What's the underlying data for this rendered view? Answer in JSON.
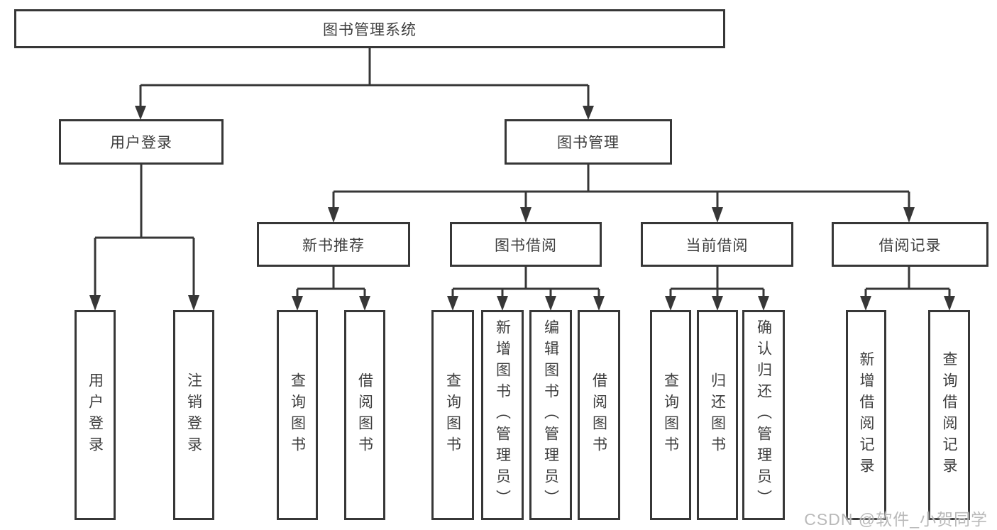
{
  "tree": {
    "label": "图书管理系统",
    "children": [
      {
        "label": "用户登录",
        "children": [
          {
            "label": "用户登录"
          },
          {
            "label": "注销登录"
          }
        ]
      },
      {
        "label": "图书管理",
        "children": [
          {
            "label": "新书推荐",
            "children": [
              {
                "label": "查询图书"
              },
              {
                "label": "借阅图书"
              }
            ]
          },
          {
            "label": "图书借阅",
            "children": [
              {
                "label": "查询图书"
              },
              {
                "label": "新增图书（管理员）"
              },
              {
                "label": "编辑图书（管理员）"
              },
              {
                "label": "借阅图书"
              }
            ]
          },
          {
            "label": "当前借阅",
            "children": [
              {
                "label": "查询图书"
              },
              {
                "label": "归还图书"
              },
              {
                "label": "确认归还（管理员）"
              }
            ]
          },
          {
            "label": "借阅记录",
            "children": [
              {
                "label": "新增借阅记录"
              },
              {
                "label": "查询借阅记录"
              }
            ]
          }
        ]
      }
    ]
  },
  "watermark": {
    "text": "CSDN @软件_小贺同学"
  },
  "colors": {
    "line": "#373737",
    "text": "#3d3d3d",
    "watermark": "#b9b9b9",
    "background": "#ffffff"
  }
}
